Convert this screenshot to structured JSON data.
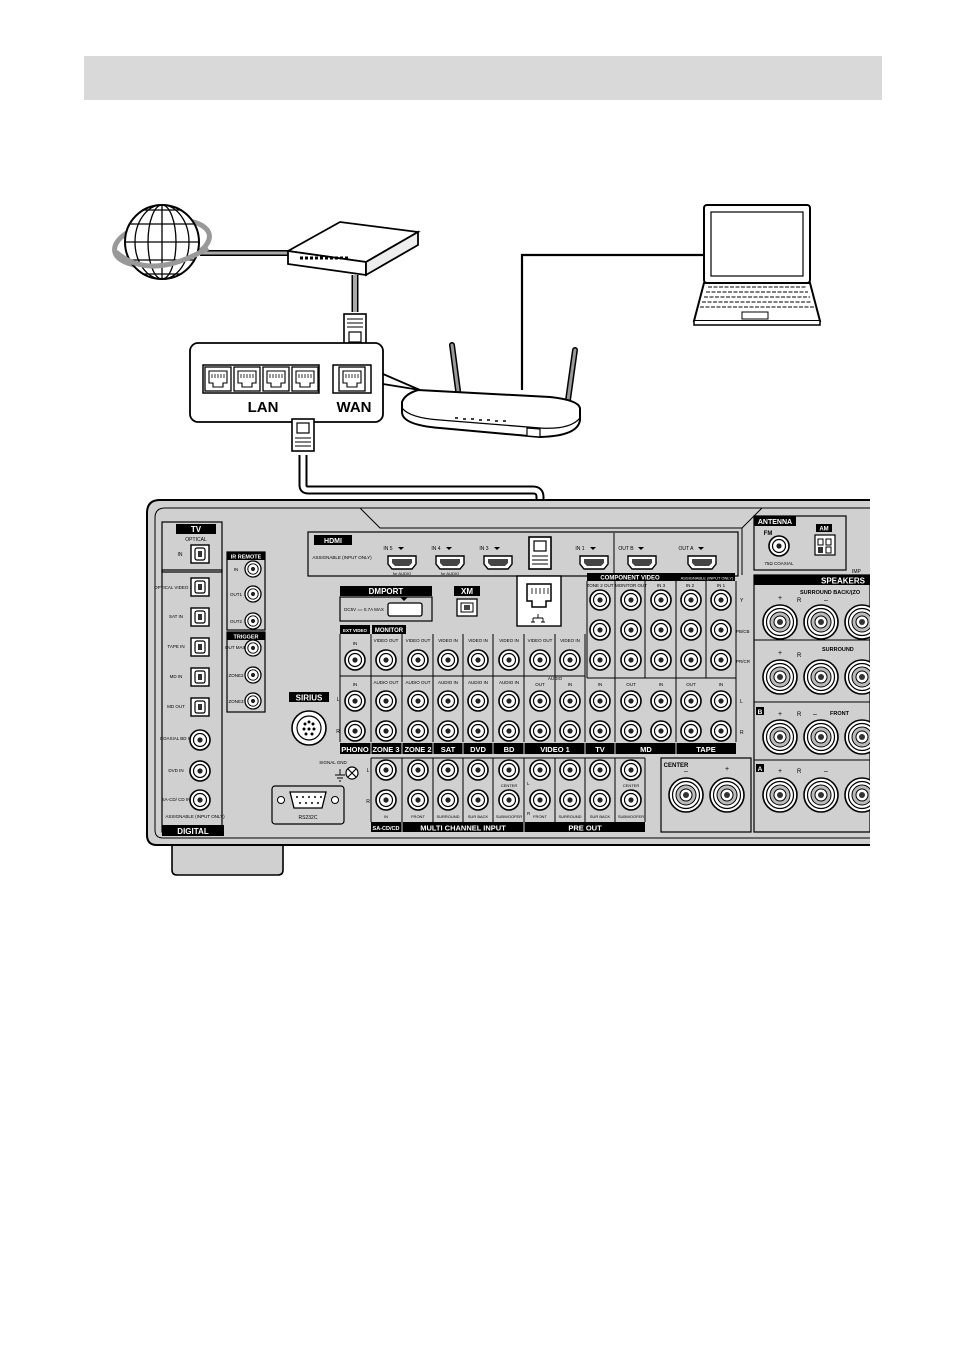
{
  "colors": {
    "header": "#d9d9d9",
    "panel": "#d0d0d0",
    "cable": "#ffffff"
  },
  "icons": [
    "globe-icon",
    "modem-icon",
    "router-icon",
    "laptop-icon",
    "ethernet-plug-icon",
    "lan-port-icon"
  ],
  "network": {
    "lan_label": "LAN",
    "wan_label": "WAN"
  },
  "panel": {
    "tv": {
      "title": "TV",
      "optical": "OPTICAL",
      "in": "IN"
    },
    "ir_remote": {
      "title": "IR REMOTE",
      "in": "IN",
      "out1": "OUT1",
      "out2": "OUT2"
    },
    "trigger": {
      "title": "TRIGGER",
      "out_main": "OUT MAIN",
      "zone2": "ZONE2",
      "zone3": "ZONE3"
    },
    "digital": {
      "title": "DIGITAL",
      "assignable": "ASSIGNABLE (INPUT ONLY)",
      "inputs": [
        "OPTICAL VIDEO 1 IN",
        "SAT IN",
        "TAPE IN",
        "MD IN",
        "MD OUT",
        "COAXIAL BD IN",
        "DVD IN",
        "SA-CD/ CD IN"
      ]
    },
    "hdmi": {
      "title": "HDMI",
      "assignable": "ASSIGNABLE (INPUT ONLY)",
      "for_audio": "for AUDIO",
      "ports": [
        "IN 5",
        "IN 4",
        "IN 3",
        "IN 1",
        "OUT B",
        "OUT A"
      ]
    },
    "dmport": {
      "title": "DMPORT",
      "power": "DC5V == 0.7A MAX"
    },
    "xm": {
      "title": "XM"
    },
    "sirius": {
      "title": "SIRIUS"
    },
    "antenna": {
      "title": "ANTENNA",
      "fm": "FM",
      "coaxial": "75Ω COAXIAL",
      "am": "AM"
    },
    "signal_gnd": "SIGNAL GND",
    "rs232c": "RS232C",
    "component_video": {
      "title": "COMPONENT VIDEO",
      "zone2_out": "ZONE 2 OUT",
      "monitor_out": "MONITOR OUT",
      "in3": "IN 3",
      "assignable": "ASSIGNABLE (INPUT ONLY)",
      "in2": "IN 2",
      "in1": "IN 1",
      "y": "Y",
      "pb": "PB/CB",
      "pr": "PR/CR"
    },
    "groups": {
      "ext_video": "EXT VIDEO",
      "monitor": "MONITOR",
      "phono": "PHONO",
      "zone3": "ZONE 3",
      "zone2": "ZONE 2",
      "sat": "SAT",
      "dvd": "DVD",
      "bd": "BD",
      "video1": "VIDEO 1",
      "tv": "TV",
      "md": "MD",
      "tape": "TAPE"
    },
    "jack_labels": {
      "in": "IN",
      "out": "OUT",
      "video_out": "VIDEO OUT",
      "video_in": "VIDEO IN",
      "audio_out": "AUDIO OUT",
      "audio_in": "AUDIO IN",
      "audio": "AUDIO",
      "l": "L",
      "r": "R"
    },
    "multi_channel": {
      "title": "MULTI CHANNEL INPUT",
      "sacd": "SA-CD/CD",
      "in": "IN",
      "front": "FRONT",
      "surround": "SURROUND",
      "sur_back": "SUR BACK",
      "center": "CENTER",
      "subwoofer": "SUBWOOFER"
    },
    "pre_out": {
      "title": "PRE OUT",
      "front": "FRONT",
      "surround": "SURROUND",
      "sur_back": "SUR BACK",
      "center": "CENTER",
      "subwoofer": "SUBWOOFER"
    },
    "speakers": {
      "title": "SPEAKERS",
      "surround_back": "SURROUND BACK/(ZO",
      "surround": "SURROUND",
      "front": "FRONT",
      "center": "CENTER",
      "a": "A",
      "b": "B",
      "plus": "+",
      "minus": "–",
      "r": "R",
      "imp": "IMP"
    }
  }
}
